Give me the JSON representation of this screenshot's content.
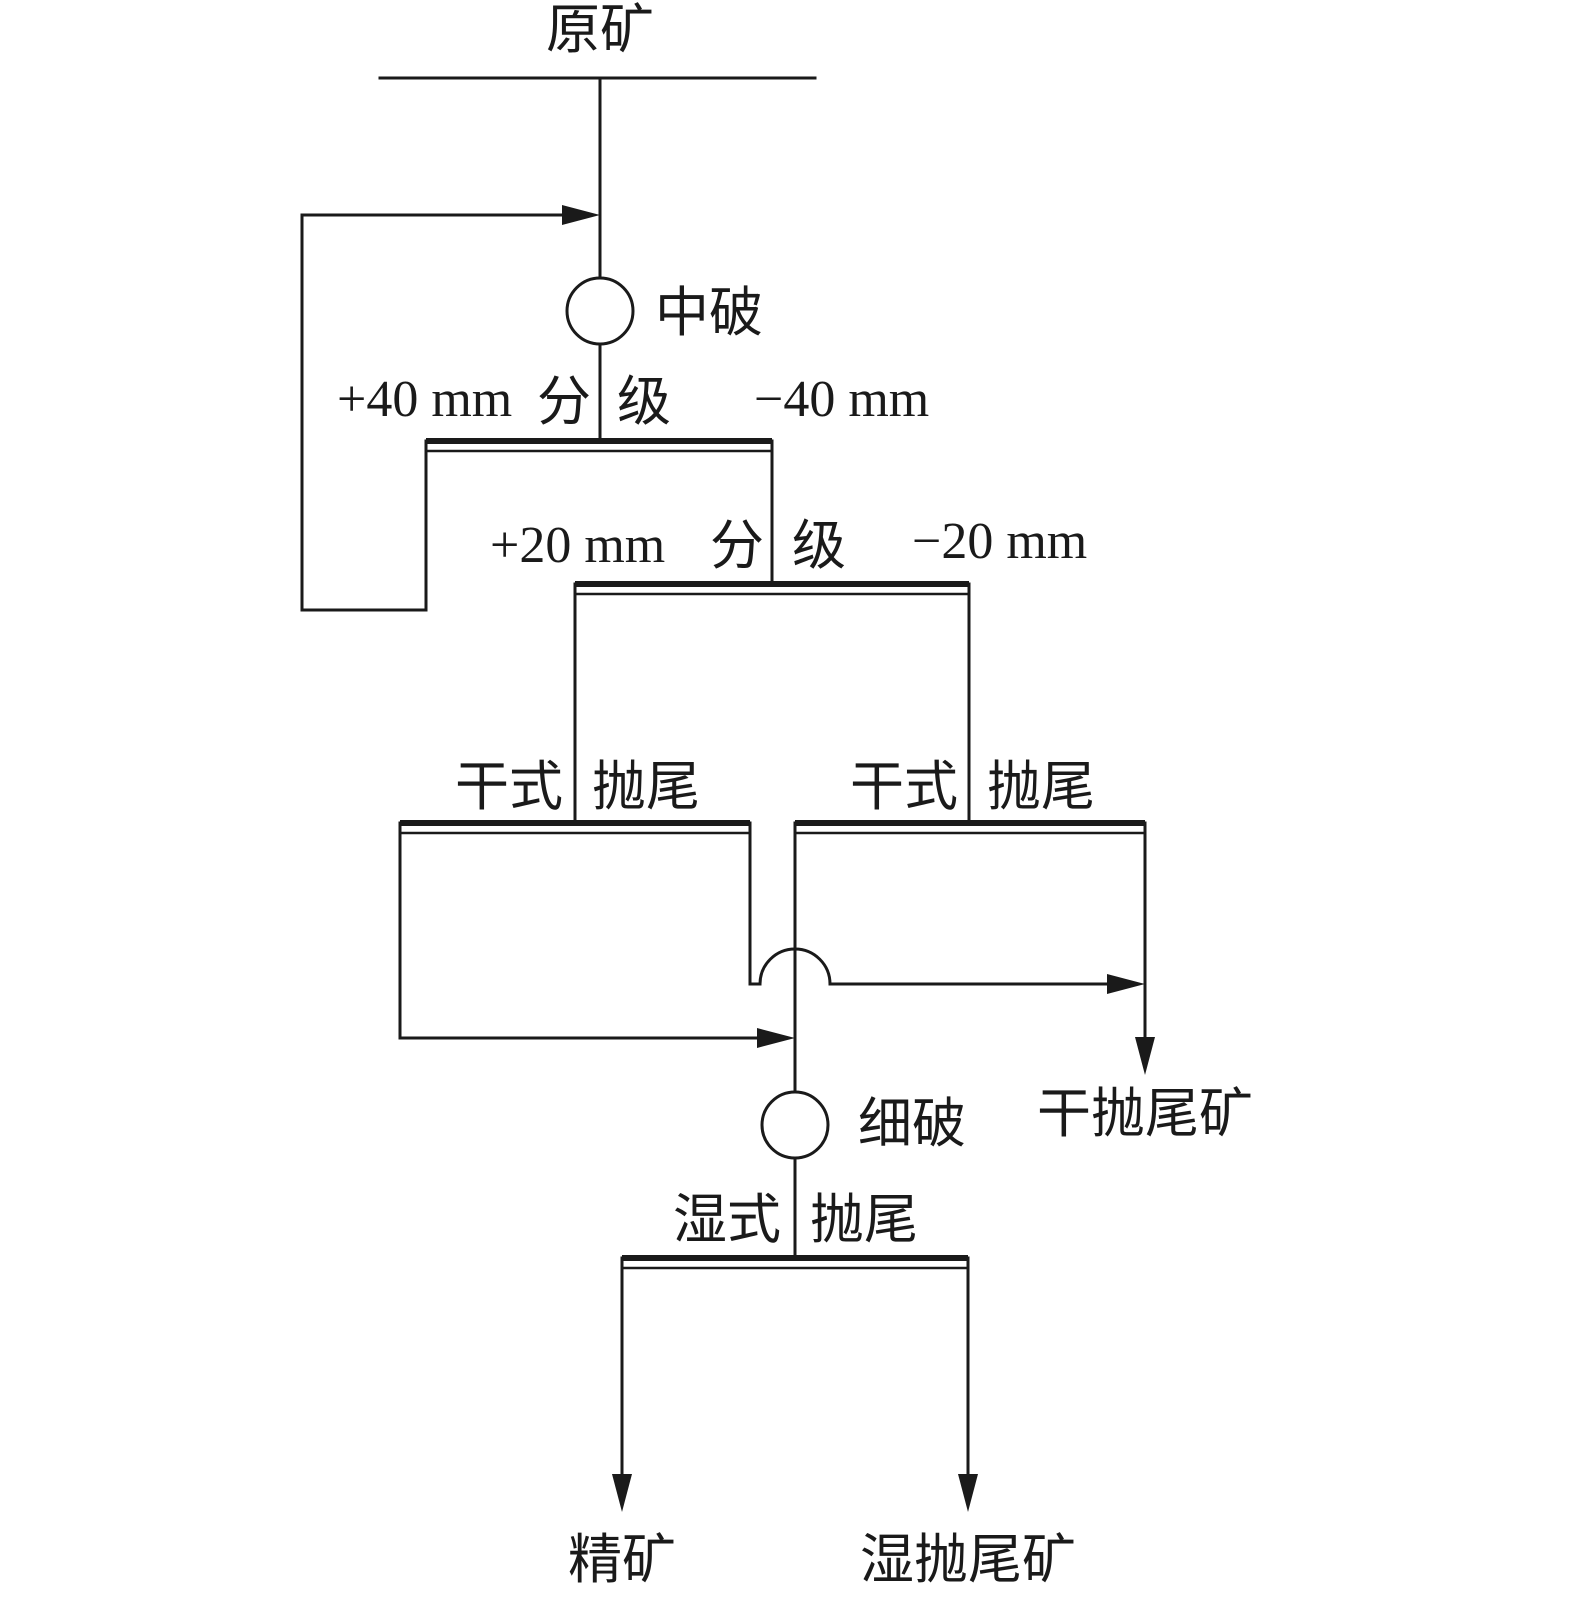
{
  "feed": {
    "label": "原矿"
  },
  "crush_medium": {
    "label": "中破"
  },
  "screen_40": {
    "oversize": "+40 mm",
    "label_left": "分",
    "label_right": "级",
    "undersize": "−40 mm"
  },
  "screen_20": {
    "oversize": "+20 mm",
    "label_left": "分",
    "label_right": "级",
    "undersize": "−20 mm"
  },
  "dry_sep_left": {
    "label_left": "干式",
    "label_right": "抛尾"
  },
  "dry_sep_right": {
    "label_left": "干式",
    "label_right": "抛尾"
  },
  "dry_tailings": {
    "label": "干抛尾矿"
  },
  "crush_fine": {
    "label": "细破"
  },
  "wet_sep": {
    "label_left": "湿式",
    "label_right": "抛尾"
  },
  "concentrate": {
    "label": "精矿"
  },
  "wet_tailings": {
    "label": "湿抛尾矿"
  }
}
